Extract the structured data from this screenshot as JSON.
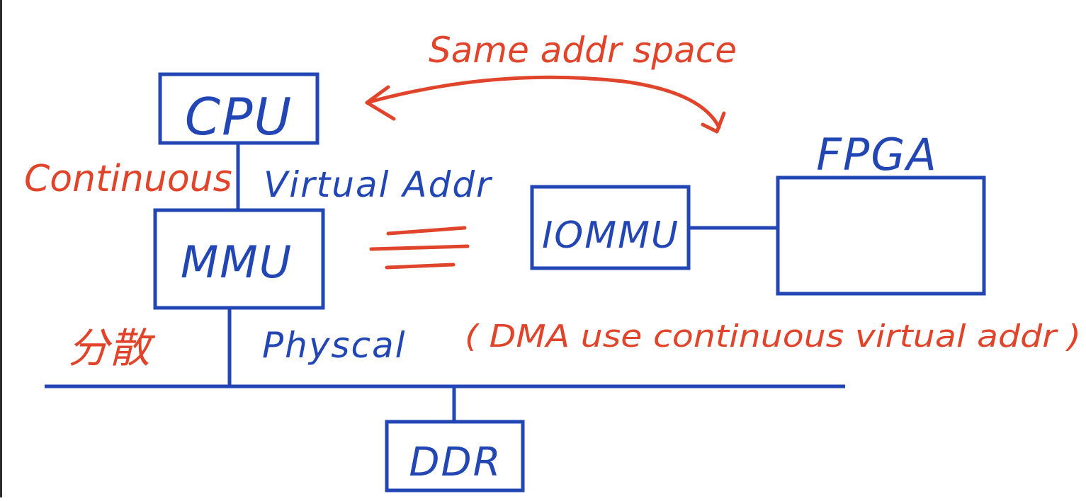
{
  "colors": {
    "blue": "#2346b5",
    "red": "#e0442a",
    "background": "#ffffff"
  },
  "labels": {
    "cpu": "CPU",
    "mmu": "MMU",
    "iommu": "IOMMU",
    "fpga": "FPGA",
    "ddr": "DDR",
    "virtual_addr": "Virtual Addr",
    "physical": "Physcal",
    "continuous": "Continuous",
    "scattered": "分散",
    "same_addr_space": "Same addr space",
    "dma_note": "( DMA use continuous virtual addr )"
  }
}
